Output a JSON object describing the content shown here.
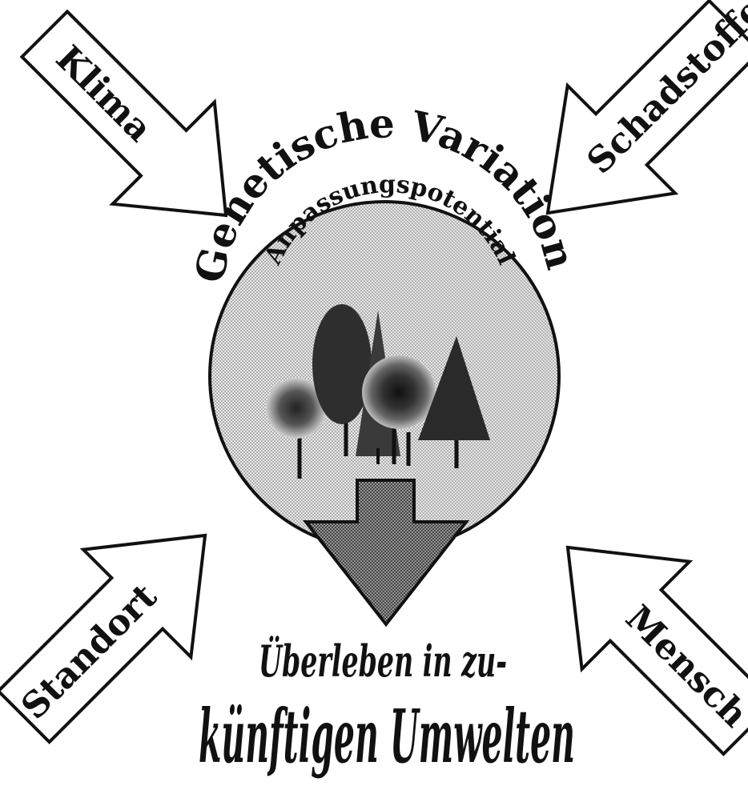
{
  "center": {
    "title": "Genetische Variation",
    "subtitle": "Anpassungspotential"
  },
  "arrows": {
    "top_left": "Klima",
    "top_right": "Schadstoffe",
    "bottom_left": "Standort",
    "bottom_right": "Mensch"
  },
  "outcome": {
    "line1": "Überleben in zu-",
    "line2": "künftigen Umwelten"
  },
  "colors": {
    "ink": "#111111",
    "circle_fill": "#d6d6d6",
    "tree_dark": "#2a2a2a",
    "tree_mid": "#5a5a5a",
    "arrow_fill": "#ffffff",
    "outcome_arrow_fill": "#bdbdbd"
  }
}
